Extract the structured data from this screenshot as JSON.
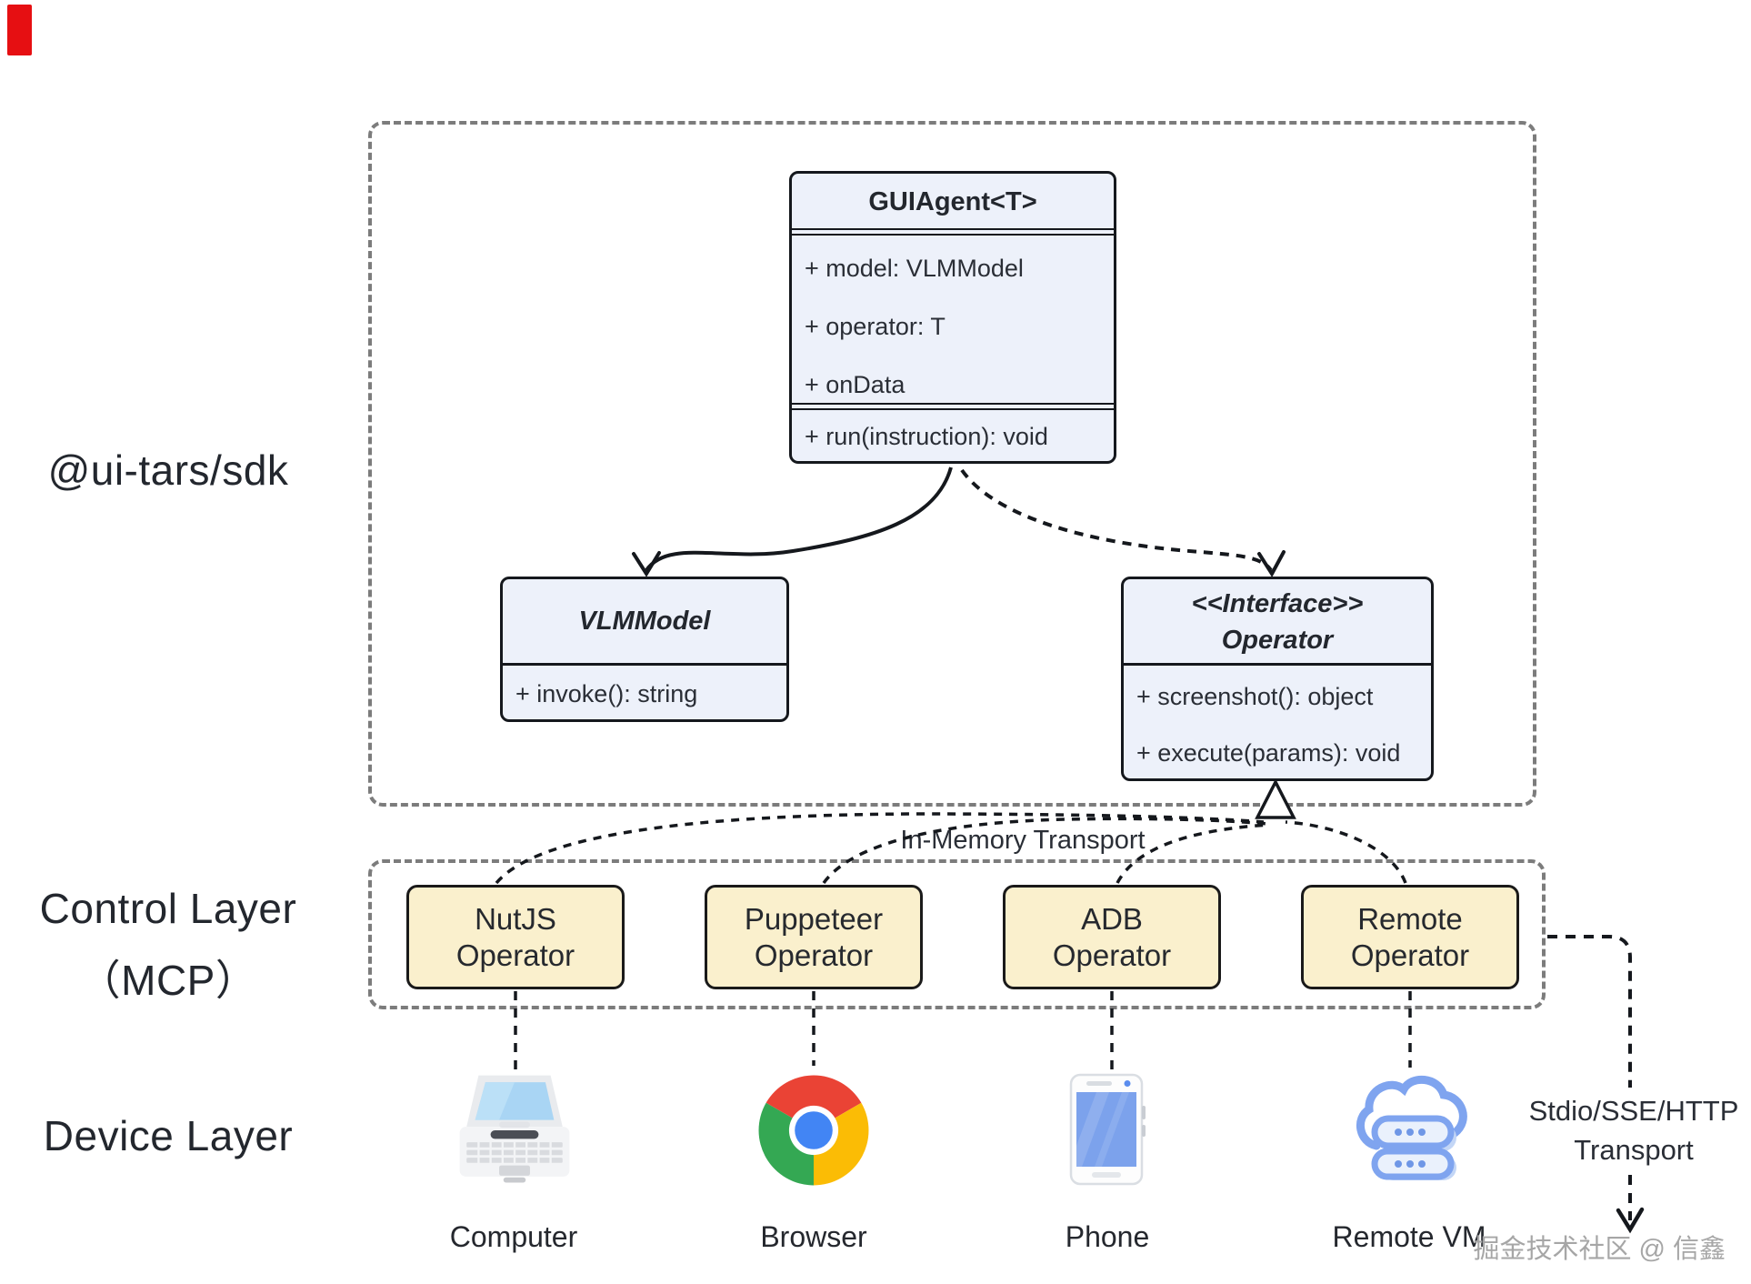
{
  "layers": {
    "sdk": "@ui-tars/sdk",
    "control_line1": "Control Layer",
    "control_line2": "（MCP）",
    "device": "Device Layer"
  },
  "uml": {
    "guiagent": {
      "title": "GUIAgent<T>",
      "attributes": [
        "+ model: VLMModel",
        "+ operator: T",
        "+ onData"
      ],
      "methods": [
        "+ run(instruction): void"
      ]
    },
    "vlmmodel": {
      "title": "VLMModel",
      "methods": [
        "+ invoke(): string"
      ]
    },
    "operator": {
      "stereotype": "<<Interface>>",
      "title": "Operator",
      "methods": [
        "+ screenshot(): object",
        "+ execute(params): void"
      ]
    }
  },
  "transport": {
    "in_memory": "In-Memory Transport",
    "stdio_line1": "Stdio/SSE/HTTP",
    "stdio_line2": "Transport"
  },
  "operators": [
    {
      "line1": "NutJS",
      "line2": "Operator"
    },
    {
      "line1": "Puppeteer",
      "line2": "Operator"
    },
    {
      "line1": "ADB",
      "line2": "Operator"
    },
    {
      "line1": "Remote",
      "line2": "Operator"
    }
  ],
  "devices": [
    {
      "label": "Computer",
      "icon": "laptop-icon"
    },
    {
      "label": "Browser",
      "icon": "chrome-icon"
    },
    {
      "label": "Phone",
      "icon": "phone-icon"
    },
    {
      "label": "Remote VM",
      "icon": "cloud-server-icon"
    }
  ],
  "watermark": "掘金技术社区 @ 信鑫",
  "colors": {
    "class_fill": "#EDF1FA",
    "operator_fill": "#FAF0CD",
    "stroke_dark": "#15181D",
    "dashed_gray": "#7C7C7C",
    "text": "#23272E",
    "watermark_gray": "#A6A6A6",
    "red_marker": "#E60F12",
    "chrome_red": "#EA4335",
    "chrome_green": "#34A853",
    "chrome_yellow": "#FBBC05",
    "chrome_blue": "#4285F4",
    "device_blue": "#7CA2EC",
    "cloud_blue": "#7FA4EF"
  }
}
